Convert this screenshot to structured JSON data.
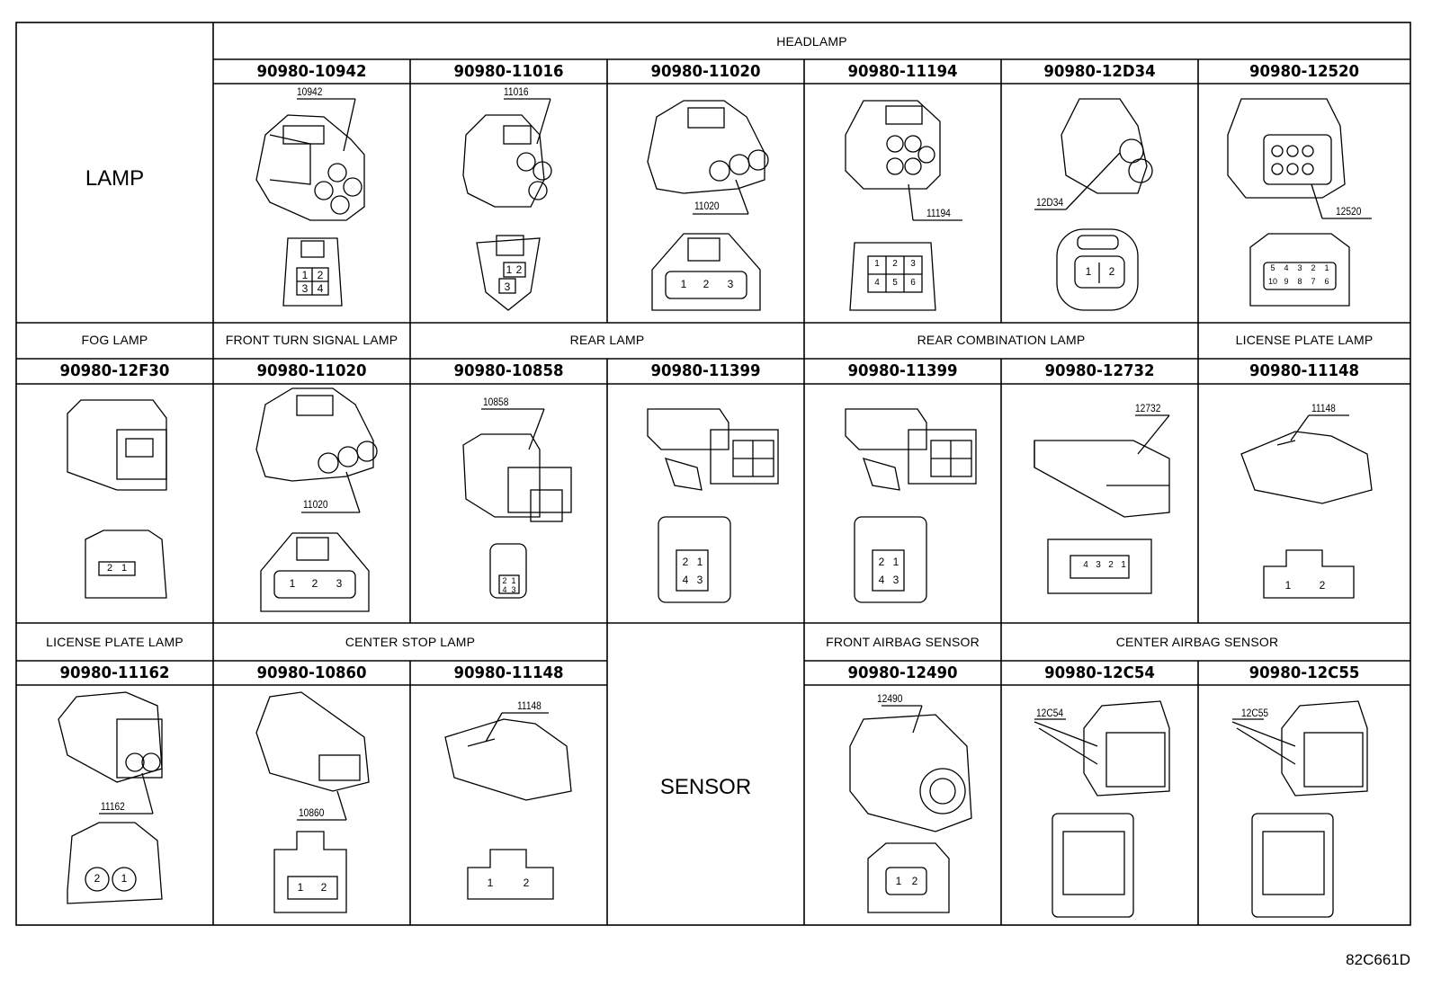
{
  "groups": {
    "lamp": "LAMP",
    "headlamp": "HEADLAMP",
    "fog_lamp": "FOG LAMP",
    "front_turn_signal_lamp": "FRONT TURN SIGNAL LAMP",
    "rear_lamp": "REAR LAMP",
    "rear_combination_lamp": "REAR COMBINATION LAMP",
    "license_plate_lamp_1": "LICENSE PLATE LAMP",
    "license_plate_lamp_2": "LICENSE PLATE LAMP",
    "center_stop_lamp": "CENTER STOP LAMP",
    "sensor": "SENSOR",
    "front_airbag_sensor": "FRONT AIRBAG SENSOR",
    "center_airbag_sensor": "CENTER AIRBAG SENSOR"
  },
  "row1": [
    {
      "part": "90980-10942",
      "callout": "10942",
      "pins": [
        "1",
        "2",
        "3",
        "4"
      ]
    },
    {
      "part": "90980-11016",
      "callout": "11016",
      "pins": [
        "1",
        "2",
        "3"
      ]
    },
    {
      "part": "90980-11020",
      "callout": "11020",
      "pins": [
        "1",
        "2",
        "3"
      ]
    },
    {
      "part": "90980-11194",
      "callout": "11194",
      "pins": [
        "1",
        "2",
        "3",
        "4",
        "5",
        "6"
      ]
    },
    {
      "part": "90980-12D34",
      "callout": "12D34",
      "pins": [
        "1",
        "2"
      ]
    },
    {
      "part": "90980-12520",
      "callout": "12520",
      "pins": [
        "5",
        "4",
        "3",
        "2",
        "1",
        "10",
        "9",
        "8",
        "7",
        "6"
      ]
    }
  ],
  "row2": [
    {
      "part": "90980-12F30",
      "callout": "",
      "pins": [
        "2",
        "1"
      ]
    },
    {
      "part": "90980-11020",
      "callout": "11020",
      "pins": [
        "1",
        "2",
        "3"
      ]
    },
    {
      "part": "90980-10858",
      "callout": "10858",
      "pins": [
        "2",
        "1",
        "4",
        "3"
      ]
    },
    {
      "part": "90980-11399",
      "callout": "",
      "pins": [
        "2",
        "1",
        "4",
        "3"
      ]
    },
    {
      "part": "90980-11399",
      "callout": "",
      "pins": [
        "2",
        "1",
        "4",
        "3"
      ]
    },
    {
      "part": "90980-12732",
      "callout": "12732",
      "pins": [
        "4",
        "3",
        "2",
        "1"
      ]
    },
    {
      "part": "90980-11148",
      "callout": "11148",
      "pins": [
        "1",
        "2"
      ]
    }
  ],
  "row3": [
    {
      "part": "90980-11162",
      "callout": "11162",
      "pins": [
        "2",
        "1"
      ]
    },
    {
      "part": "90980-10860",
      "callout": "10860",
      "pins": [
        "1",
        "2"
      ]
    },
    {
      "part": "90980-11148",
      "callout": "11148",
      "pins": [
        "1",
        "2"
      ]
    },
    {
      "part": "90980-12490",
      "callout": "12490",
      "pins": [
        "1",
        "2"
      ]
    },
    {
      "part": "90980-12C54",
      "callout": "12C54",
      "pins": []
    },
    {
      "part": "90980-12C55",
      "callout": "12C55",
      "pins": []
    }
  ],
  "figure_code": "82C661D"
}
